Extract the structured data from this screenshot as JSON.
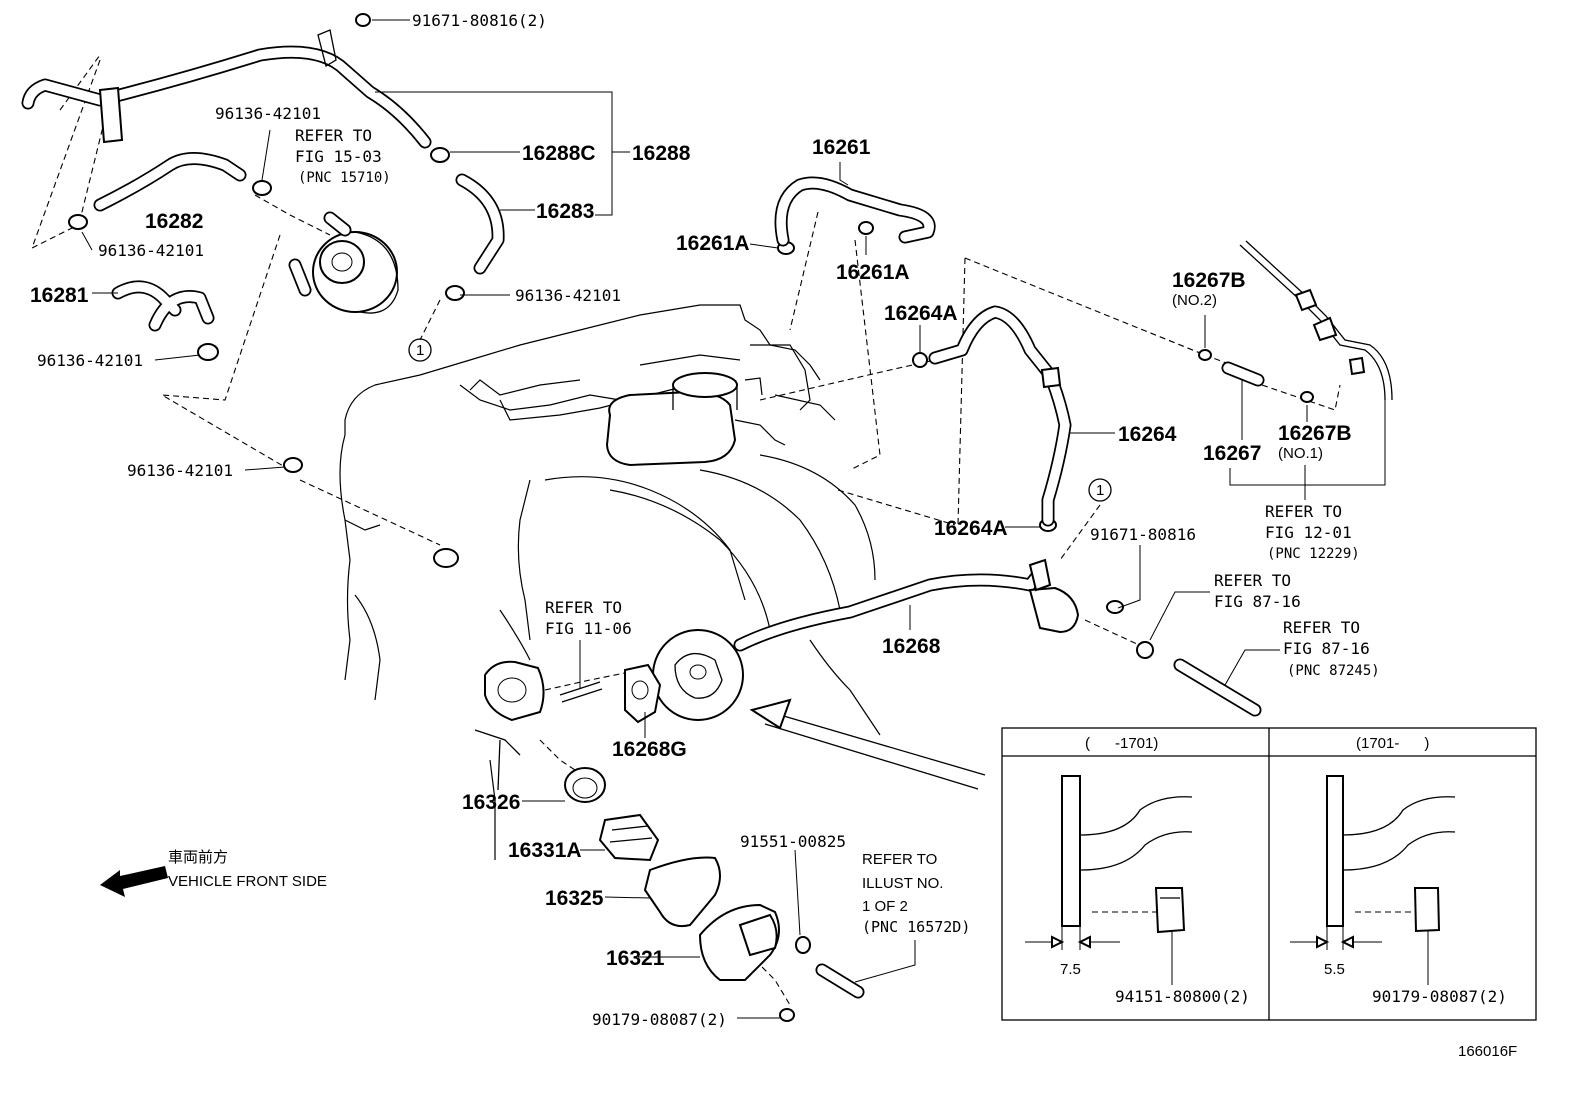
{
  "labels": {
    "p91671_top": "91671-80816(2)",
    "p96136_a": "96136-42101",
    "refer_15_l1": "REFER TO",
    "refer_15_l2": "FIG 15-03",
    "refer_15_l3": "(PNC 15710)",
    "p16288c": "16288C",
    "p16288": "16288",
    "p16283": "16283",
    "p16282": "16282",
    "p96136_b": "96136-42101",
    "p16281": "16281",
    "p96136_c": "96136-42101",
    "p96136_d": "96136-42101",
    "p96136_e": "96136-42101",
    "circle1_a": "1",
    "p16261": "16261",
    "p16261a_l": "16261A",
    "p16261a_r": "16261A",
    "p16264a_t": "16264A",
    "p16264": "16264",
    "p16264a_b": "16264A",
    "circle1_b": "1",
    "p16267b_2": "16267B",
    "no2": "(NO.2)",
    "p16267": "16267",
    "p16267b_1": "16267B",
    "no1": "(NO.1)",
    "refer_12_l1": "REFER TO",
    "refer_12_l2": "FIG 12-01",
    "refer_12_l3": "(PNC 12229)",
    "p91671_mid": "91671-80816",
    "refer_87a_l1": "REFER TO",
    "refer_87a_l2": "FIG 87-16",
    "refer_87b_l1": "REFER TO",
    "refer_87b_l2": "FIG 87-16",
    "refer_87b_l3": "(PNC 87245)",
    "refer_11_l1": "REFER TO",
    "refer_11_l2": "FIG 11-06",
    "p16268": "16268",
    "p16268g": "16268G",
    "p16326": "16326",
    "p16331a": "16331A",
    "p16325": "16325",
    "p16321": "16321",
    "p91551": "91551-00825",
    "p90179_l": "90179-08087(2)",
    "refer_ill_l1": "REFER TO",
    "refer_ill_l2": "ILLUST NO.",
    "refer_ill_l3": "1 OF 2",
    "refer_ill_l4": "(PNC 16572D)",
    "front_jp": "車両前方",
    "front_en": "VEHICLE FRONT SIDE",
    "inset_left_head": "(      -1701)",
    "inset_right_head": "(1701-      )",
    "dim_left": "7.5",
    "dim_right": "5.5",
    "p94151": "94151-80800(2)",
    "p90179_r": "90179-08087(2)",
    "fig_id": "166016F"
  }
}
